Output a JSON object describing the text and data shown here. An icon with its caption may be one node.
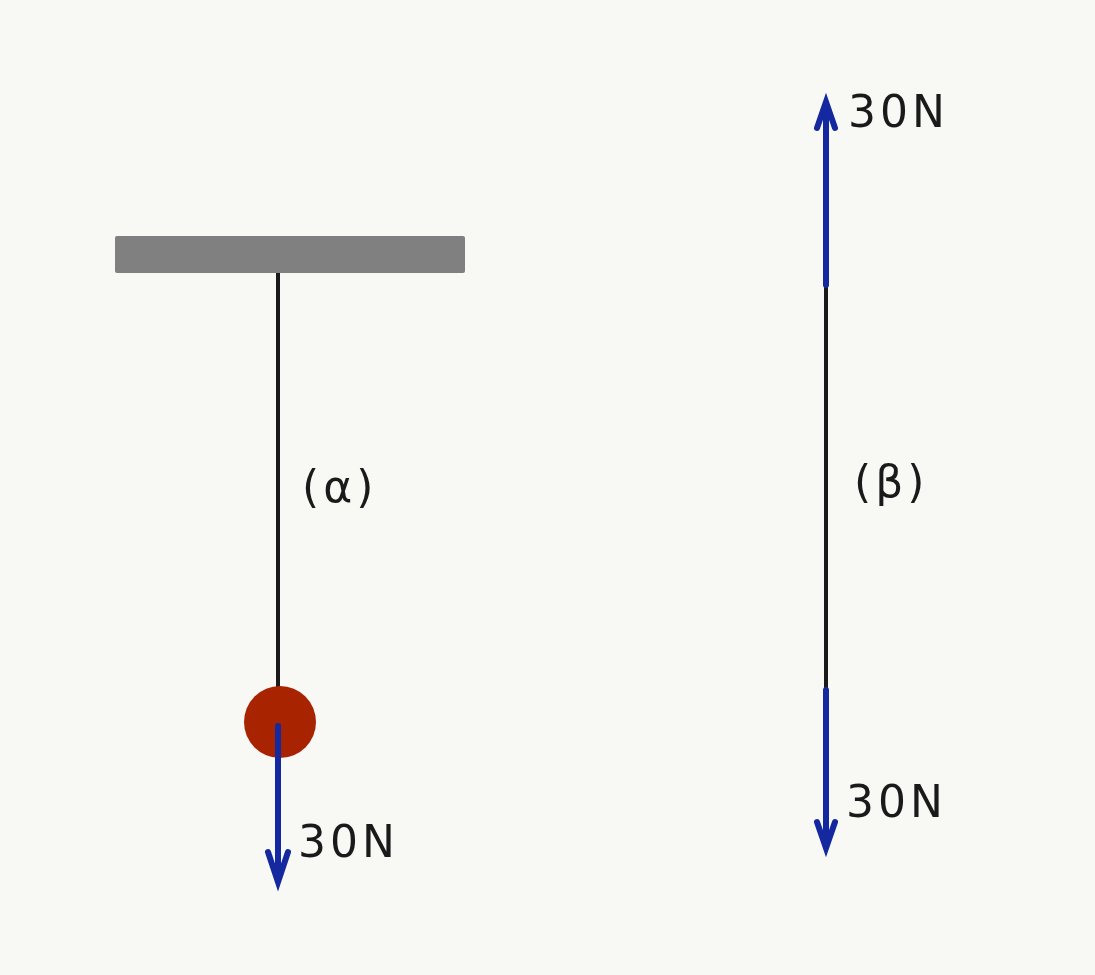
{
  "diagram": {
    "labels": [
      "30N",
      "(α)",
      "(β)",
      "30N",
      "30N"
    ]
  }
}
